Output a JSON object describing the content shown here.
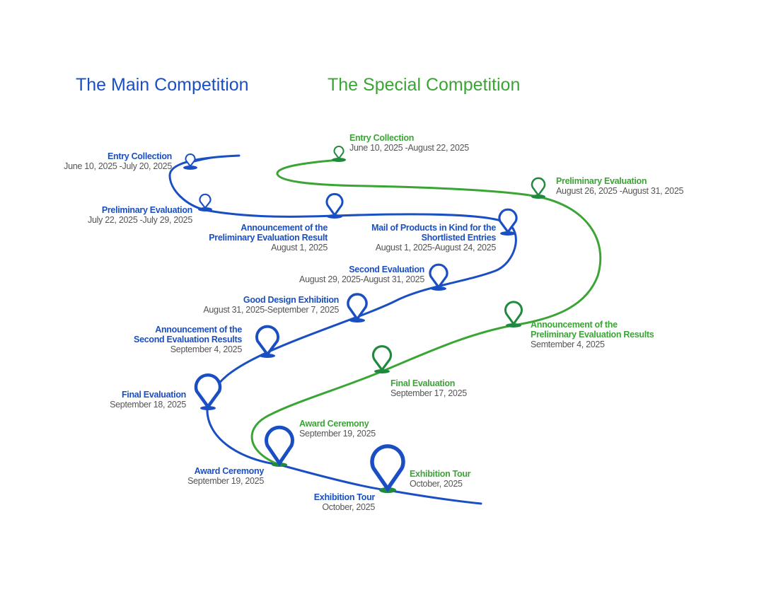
{
  "colors": {
    "main": "#1a4fc4",
    "special": "#3aa535",
    "special_pin": "#1f8a3e",
    "date": "#555555"
  },
  "headings": {
    "main": "The Main Competition",
    "special": "The Special Competition"
  },
  "main_milestones": [
    {
      "title": "Entry Collection",
      "date": "June 10, 2025 -July 20, 2025"
    },
    {
      "title": "Preliminary Evaluation",
      "date": "July 22, 2025 -July 29, 2025"
    },
    {
      "title": "Announcement of the Preliminary Evaluation Result",
      "title_lines": [
        "Announcement of the",
        "Preliminary Evaluation Result"
      ],
      "date": "August 1, 2025"
    },
    {
      "title": "Mail of Products in Kind for the Shortlisted Entries",
      "title_lines": [
        "Mail of Products in Kind for the",
        "Shortlisted Entries"
      ],
      "date": "August 1, 2025-August 24, 2025"
    },
    {
      "title": "Second Evaluation",
      "date": "August 29, 2025-August 31, 2025"
    },
    {
      "title": "Good Design Exhibition",
      "date": "August 31, 2025-September 7, 2025"
    },
    {
      "title": "Announcement of the Second Evaluation Results",
      "title_lines": [
        "Announcement of the",
        "Second Evaluation Results"
      ],
      "date": "September 4, 2025"
    },
    {
      "title": "Final Evaluation",
      "date": "September 18, 2025"
    },
    {
      "title": "Award Ceremony",
      "date": "September 19, 2025"
    },
    {
      "title": "Exhibition Tour",
      "date": "October, 2025"
    }
  ],
  "special_milestones": [
    {
      "title": "Entry Collection",
      "date": "June 10, 2025 -August 22, 2025"
    },
    {
      "title": "Preliminary Evaluation",
      "date": "August 26, 2025 -August 31, 2025"
    },
    {
      "title": "Announcement of the Preliminary Evaluation Results",
      "title_lines": [
        "Announcement of the",
        "Preliminary Evaluation Results"
      ],
      "date": "Semtember 4, 2025"
    },
    {
      "title": "Final Evaluation",
      "date": "September 17, 2025"
    },
    {
      "title": "Award Ceremony",
      "date": "September 19, 2025"
    },
    {
      "title": "Exhibition Tour",
      "date": "October, 2025"
    }
  ]
}
